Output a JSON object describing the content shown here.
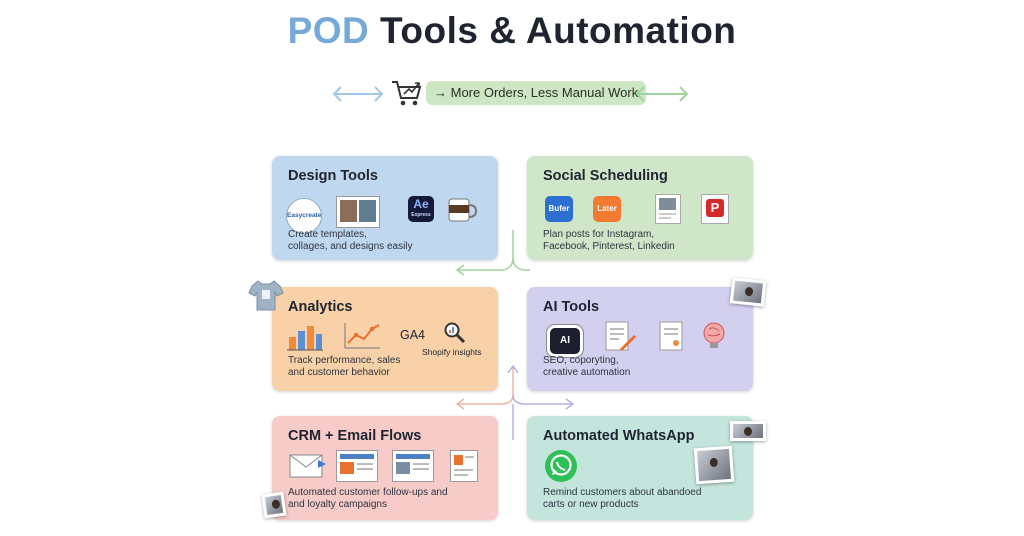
{
  "title": {
    "accent": "POD",
    "rest": "Tools & Automation"
  },
  "banner": {
    "text": "→ More Orders, Less Manual Work"
  },
  "cards": {
    "design": {
      "title": "Design Tools",
      "description": "Create templates,\ncollages, and designs easily",
      "icons": [
        "easy-collage-logo",
        "photo-album-icon",
        "adobe-express-icon",
        "coffee-mug-icon"
      ],
      "logo_text": "Easycreate",
      "ae_text": "Ae",
      "ae_sub": "Express",
      "color": "#bfd8ef"
    },
    "social": {
      "title": "Social Scheduling",
      "description": "Plan posts for Instagram,\nFacebook, Pinterest, Linkedin",
      "icons": [
        "buffer-icon",
        "later-icon",
        "post-preview-icon",
        "pinterest-icon"
      ],
      "buffer_text": "Bufer",
      "later_text": "Later",
      "color": "#cfe7c8"
    },
    "analytics": {
      "title": "Analytics",
      "description": "Track performance, sales\nand customer behavior",
      "icons": [
        "bar-chart-icon",
        "line-chart-icon",
        "magnifier-icon"
      ],
      "ga4_text": "GA4",
      "shopify_text": "Shopify insights",
      "color": "#f8d1a8"
    },
    "ai": {
      "title": "AI Tools",
      "description": "SEO, coporyting,\ncreative automation",
      "icons": [
        "ai-chip-icon",
        "document-edit-icon",
        "document-icon",
        "brain-icon"
      ],
      "ai_text": "AI",
      "color": "#d3d0ef"
    },
    "crm": {
      "title": "CRM + Email Flows",
      "description": "Automated customer follow-ups and\nand loyalty campaigns",
      "icons": [
        "email-icon",
        "newsletter-icon",
        "newsletter-icon",
        "template-icon"
      ],
      "color": "#f6cbc8"
    },
    "whatsapp": {
      "title": "Automated WhatsApp",
      "description": "Remind customers about abandoed\ncarts or new products",
      "icons": [
        "whatsapp-icon"
      ],
      "color": "#c3e5dc"
    }
  },
  "colors": {
    "title_accent": "#74a9d8",
    "title_text": "#1f2430",
    "banner_pill": "#cde7c4",
    "arrow_blue": "#9ec7ea",
    "arrow_green": "#9fd49f",
    "arrow_red": "#efb3a8",
    "arrow_purple": "#b7aee3"
  }
}
